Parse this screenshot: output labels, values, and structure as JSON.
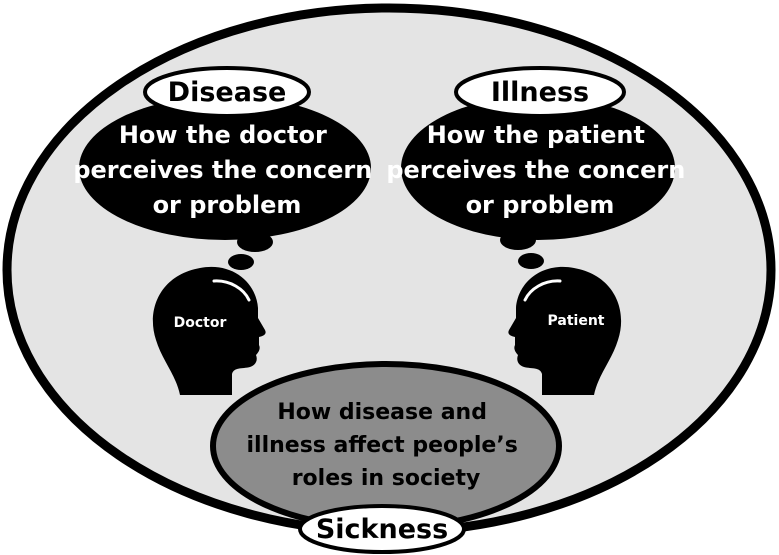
{
  "colors": {
    "outer_fill": "#e4e4e4",
    "bottom_fill": "#8c8c8c",
    "bubble_fill": "#000000",
    "label_fill": "#ffffff"
  },
  "disease": {
    "title": "Disease",
    "lines": [
      "How the doctor",
      "perceives the concern",
      "or problem"
    ]
  },
  "illness": {
    "title": "Illness",
    "lines": [
      "How the patient",
      "perceives the concern",
      "or problem"
    ]
  },
  "doctor_head": {
    "label": "Doctor",
    "icon": "head-silhouette-icon"
  },
  "patient_head": {
    "label": "Patient",
    "icon": "head-silhouette-icon"
  },
  "sickness": {
    "title": "Sickness",
    "lines": [
      "How disease and",
      "illness affect people’s",
      "roles in society"
    ]
  }
}
